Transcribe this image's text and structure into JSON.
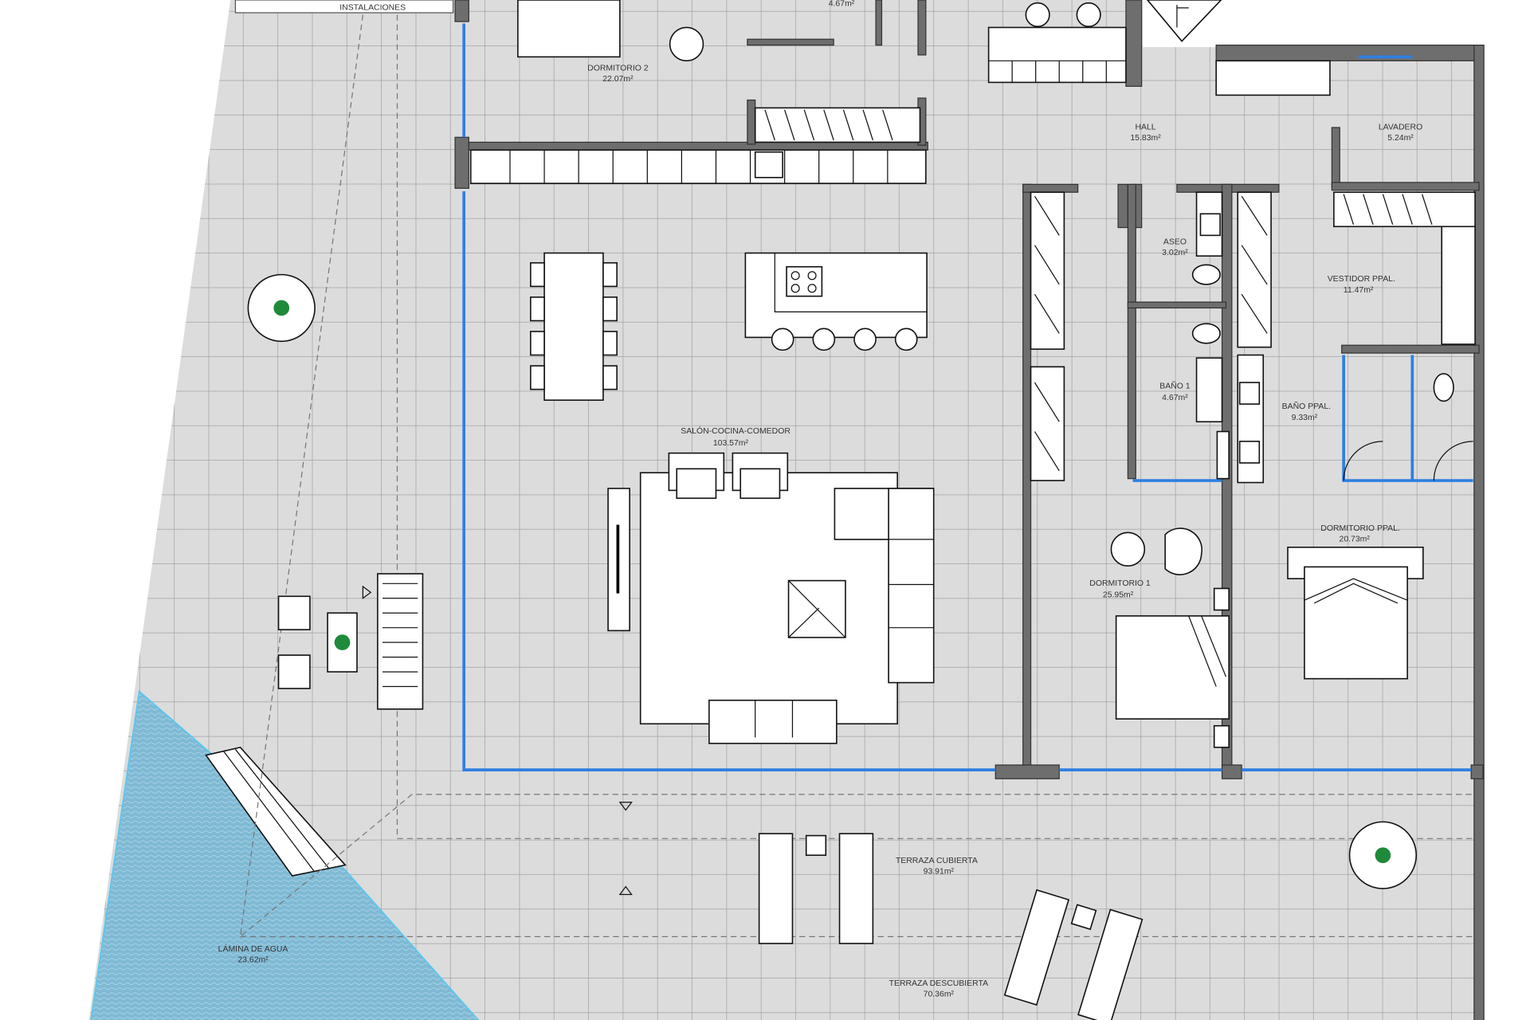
{
  "plan": {
    "colors": {
      "floor": "#dcdcdc",
      "grid": "#a3a3a3",
      "wall": "#6e6e6e",
      "glazing": "#2f7fe0",
      "water": "#7fb9d4",
      "plant": "#1f8a3a"
    },
    "rooms": [
      {
        "name": "INSTALACIONES",
        "area": ""
      },
      {
        "name": "",
        "area": "4.67m²"
      },
      {
        "name": "DORMITORIO 2",
        "area": "22.07m²"
      },
      {
        "name": "HALL",
        "area": "15.83m²"
      },
      {
        "name": "LAVADERO",
        "area": "5.24m²"
      },
      {
        "name": "ASEO",
        "area": "3.02m²"
      },
      {
        "name": "VESTIDOR PPAL.",
        "area": "11.47m²"
      },
      {
        "name": "BAÑO 1",
        "area": "4.67m²"
      },
      {
        "name": "BAÑO PPAL.",
        "area": "9.33m²"
      },
      {
        "name": "SALÓN-COCINA-COMEDOR",
        "area": "103.57m²"
      },
      {
        "name": "DORMITORIO 1",
        "area": "25.95m²"
      },
      {
        "name": "DORMITORIO PPAL.",
        "area": "20.73m²"
      },
      {
        "name": "TERRAZA CUBIERTA",
        "area": "93.91m²"
      },
      {
        "name": "LÁMINA DE AGUA",
        "area": "23.62m²"
      },
      {
        "name": "TERRAZA DESCUBIERTA",
        "area": "70.36m²"
      }
    ]
  }
}
